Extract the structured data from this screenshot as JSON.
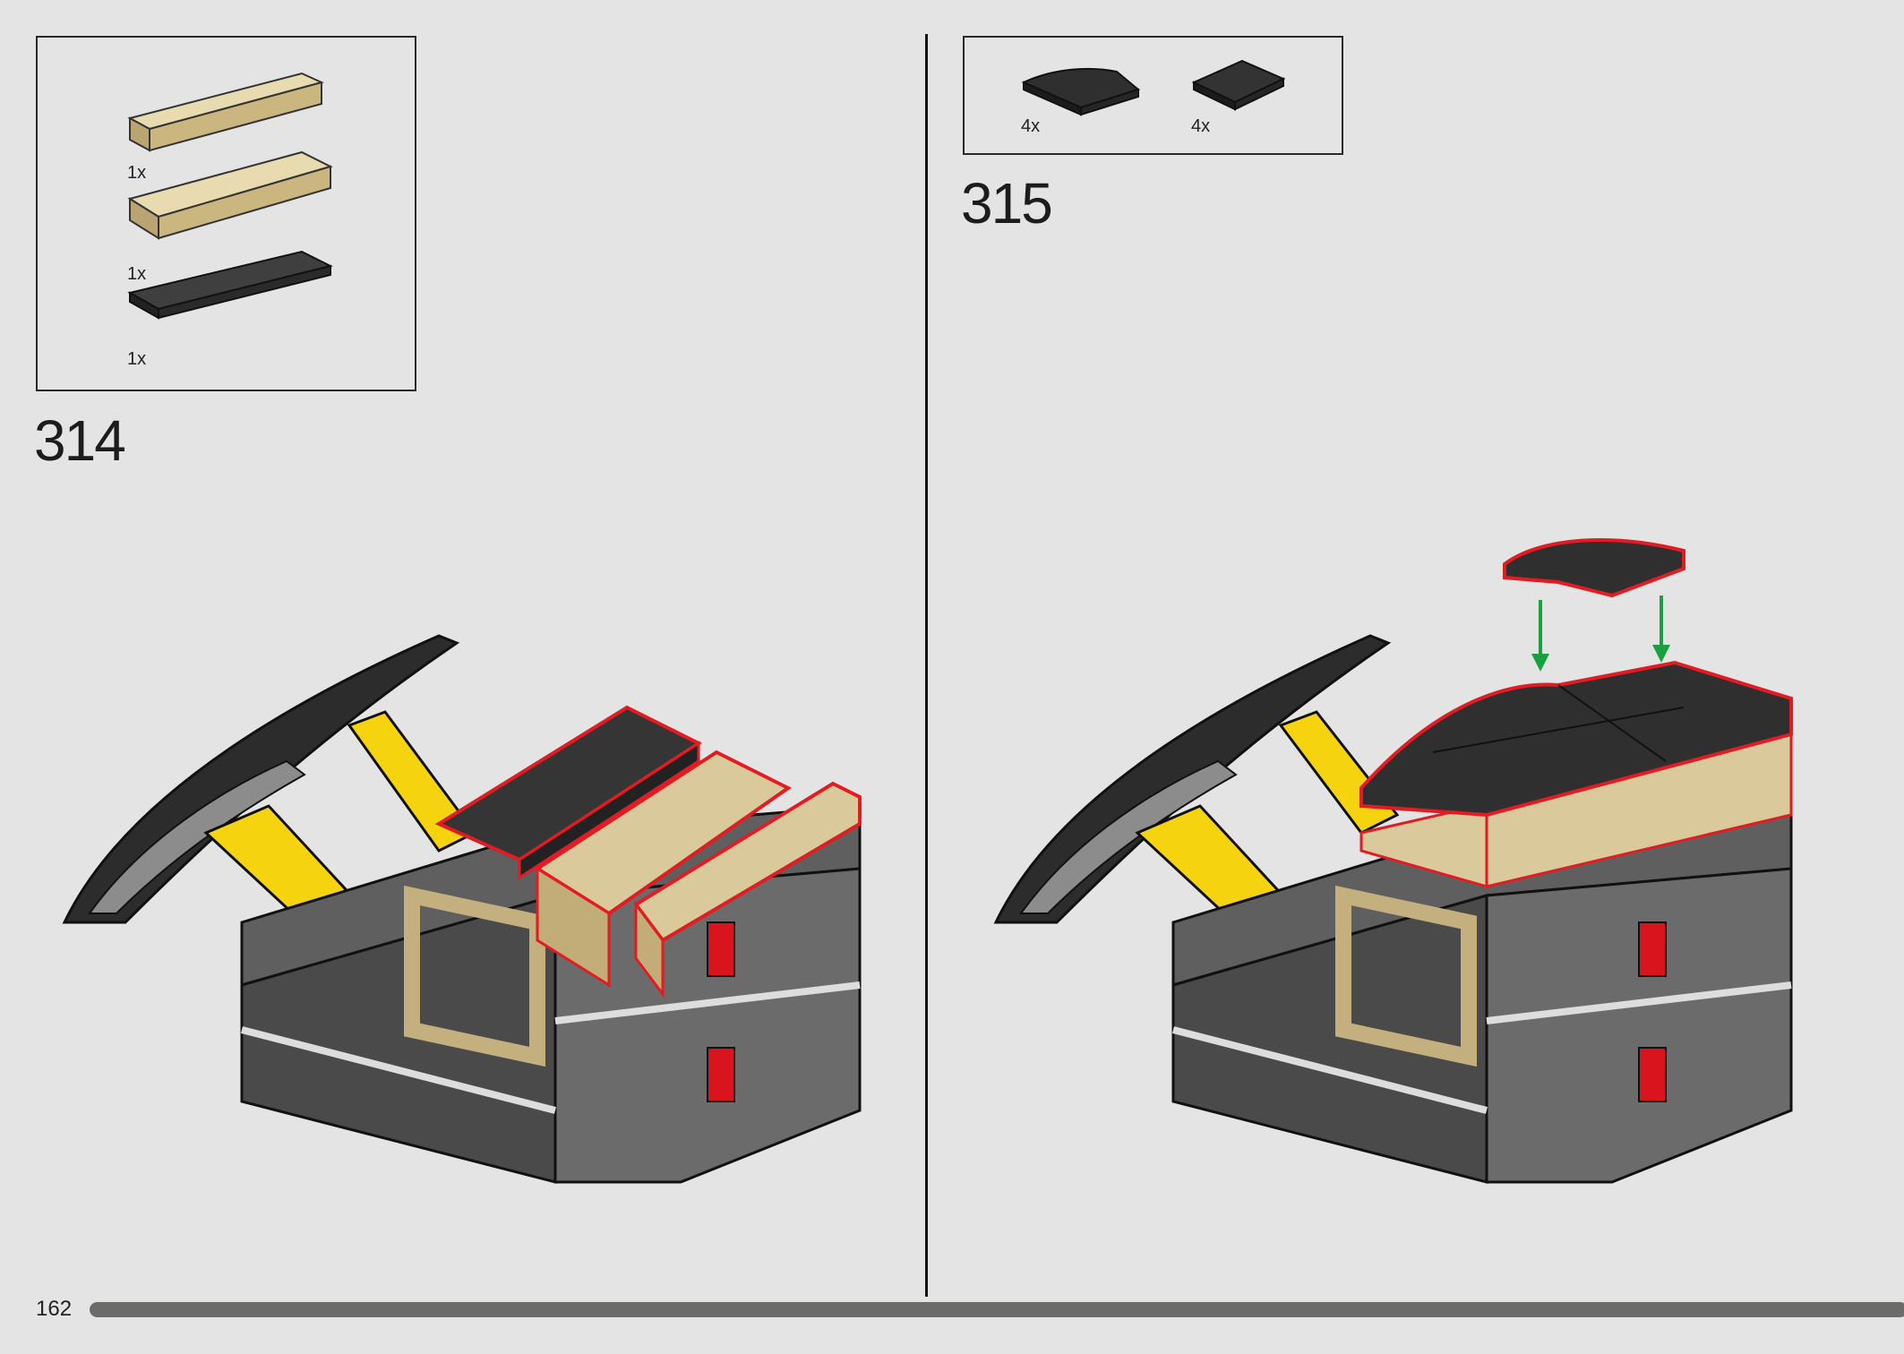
{
  "steps": [
    {
      "number": "314",
      "parts": [
        {
          "qty": "1x",
          "icon": "tan-brick-1x8",
          "color": "#dac99a"
        },
        {
          "qty": "1x",
          "icon": "tan-brick-2x8",
          "color": "#dac99a"
        },
        {
          "qty": "1x",
          "icon": "black-plate-2x8",
          "color": "#3a3a3a"
        }
      ]
    },
    {
      "number": "315",
      "parts": [
        {
          "qty": "4x",
          "icon": "black-curved-slope-2x2",
          "color": "#2f2f2f"
        },
        {
          "qty": "4x",
          "icon": "black-tile-2x2",
          "color": "#2f2f2f"
        }
      ]
    }
  ],
  "page": {
    "number": "162"
  },
  "progress": {
    "fraction": 1.0
  },
  "colors": {
    "highlight": "#e31b23",
    "arrow": "#1aa040",
    "background": "#e4e4e4"
  }
}
